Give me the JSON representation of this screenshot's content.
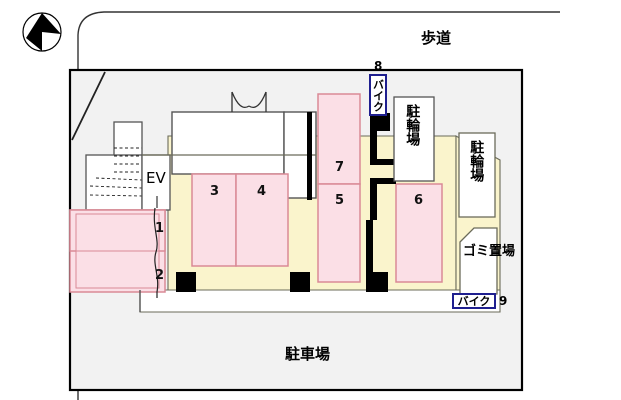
{
  "plan": {
    "title_area_sidewalk": "歩道",
    "title_area_parking": "駐車場",
    "compass": "north-compass-icon",
    "elevator_label": "EV",
    "bicycle_parking_label": "駐輪場",
    "garbage_label": "ゴミ置場",
    "bike_label": "バイク",
    "rooms": [
      {
        "id": "room-1",
        "number": "1"
      },
      {
        "id": "room-2",
        "number": "2"
      },
      {
        "id": "room-3",
        "number": "3"
      },
      {
        "id": "room-4",
        "number": "4"
      },
      {
        "id": "room-5",
        "number": "5"
      },
      {
        "id": "room-6",
        "number": "6"
      },
      {
        "id": "room-7",
        "number": "7"
      }
    ],
    "bike_slots": [
      {
        "id": "bike-slot-8",
        "number": "8",
        "label": "バイク"
      },
      {
        "id": "bike-slot-9",
        "number": "9",
        "label": "バイク"
      }
    ],
    "bicycle_parks": [
      {
        "id": "bicycle-parking-north",
        "label": "駐輪場"
      },
      {
        "id": "bicycle-parking-east",
        "label": "駐輪場"
      }
    ],
    "colors": {
      "room_fill": "#fbdfe6",
      "room_stroke": "#d98a96",
      "site_fill": "#f2f2f2",
      "building_fill": "#faf4cc",
      "pillar": "#000000",
      "outline": "#000000",
      "bike_border": "#1f1f8f",
      "white": "#ffffff"
    }
  }
}
